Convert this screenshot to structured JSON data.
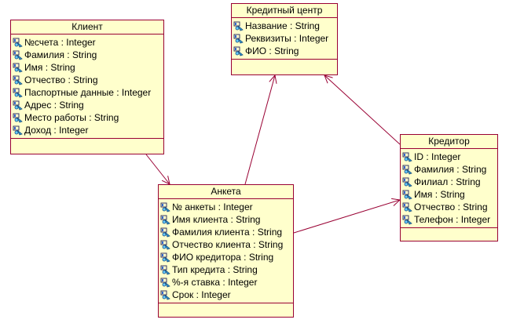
{
  "diagram": {
    "line_color": "#990033",
    "box_fill": "#ffffcc",
    "attribute_icon": "attribute-key-icon",
    "classes": [
      {
        "id": "client",
        "name": "Клиент",
        "attributes": [
          "№счета : Integer",
          "Фамилия : String",
          "Имя : String",
          "Отчество : String",
          "Паспортные данные : Integer",
          "Адрес : String",
          "Место работы : String",
          "Доход : Integer"
        ]
      },
      {
        "id": "credit-center",
        "name": "Кредитный центр",
        "attributes": [
          "Название  : String",
          "Реквизиты : Integer",
          "ФИО : String"
        ]
      },
      {
        "id": "creditor",
        "name": "Кредитор",
        "attributes": [
          "ID : Integer",
          "Фамилия : String",
          "Филиал : String",
          "Имя : String",
          "Отчество : String",
          "Телефон : Integer"
        ]
      },
      {
        "id": "questionnaire",
        "name": "Анкета",
        "attributes": [
          "№ анкеты : Integer",
          "Имя клиента : String",
          "Фамилия клиента : String",
          "Отчество клиента : String",
          "ФИО кредитора : String",
          "Тип кредита : String",
          "%-я ставка : Integer",
          "Срок : Integer"
        ]
      }
    ],
    "associations": [
      {
        "from": "client",
        "to": "questionnaire"
      },
      {
        "from": "questionnaire",
        "to": "credit-center"
      },
      {
        "from": "questionnaire",
        "to": "creditor"
      },
      {
        "from": "creditor",
        "to": "credit-center"
      }
    ]
  }
}
